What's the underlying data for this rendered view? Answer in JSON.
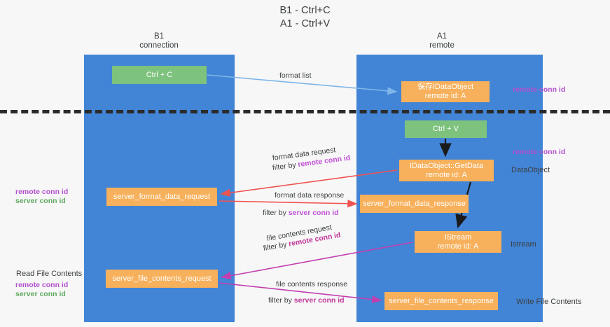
{
  "title": {
    "line1": "B1 - Ctrl+C",
    "line2": "A1 - Ctrl+V"
  },
  "lanes": [
    {
      "id": "b1",
      "name": "B1",
      "sub": "connection",
      "color": "#4285d6"
    },
    {
      "id": "a1",
      "name": "A1",
      "sub": "remote",
      "color": "#4285d6"
    }
  ],
  "colors": {
    "lane": "#4285d6",
    "green_box": "#7dc27d",
    "orange_box": "#f7b05b",
    "remote_conn_id": "#b44fd0",
    "server_conn_id": "#5fa85f",
    "arrow_format_list": "#7eb6e8",
    "arrow_format_data": "#ef5350",
    "arrow_file_contents": "#c23fb0",
    "arrow_black": "#1a1a1a",
    "divider": "#2b2b2b"
  },
  "boxes": {
    "ctrl_c": {
      "label": "Ctrl + C"
    },
    "idataobject": {
      "line1": "保存IDataObject",
      "line2": "remote id: A"
    },
    "ctrl_v": {
      "label": "Ctrl + V"
    },
    "getdata": {
      "line1": "IDataObject::GetData",
      "line2": "remote id: A"
    },
    "server_format_data_request": {
      "label": "server_format_data_request"
    },
    "server_format_data_response": {
      "label": "server_format_data_response"
    },
    "istream": {
      "line1": "IStream",
      "line2": "remote id: A"
    },
    "server_file_contents_request": {
      "label": "server_file_contents_request"
    },
    "server_file_contents_response": {
      "label": "server_file_contents_response"
    }
  },
  "captions": {
    "format_list": "format list",
    "format_data_request": "format data request",
    "filter_by": "filter by ",
    "remote_conn_id": "remote conn id",
    "server_conn_id": "server conn id",
    "format_data_response": "format data response",
    "file_contents_request": "file contents request",
    "file_contents_response": "file contents response"
  },
  "side_labels": {
    "remote_conn_id": "remote conn id",
    "server_conn_id": "server conn id",
    "data_object": "DataObject",
    "istream": "Istream",
    "write_file_contents": "Write File Contents",
    "read_file_contents": "Read File Contents"
  }
}
